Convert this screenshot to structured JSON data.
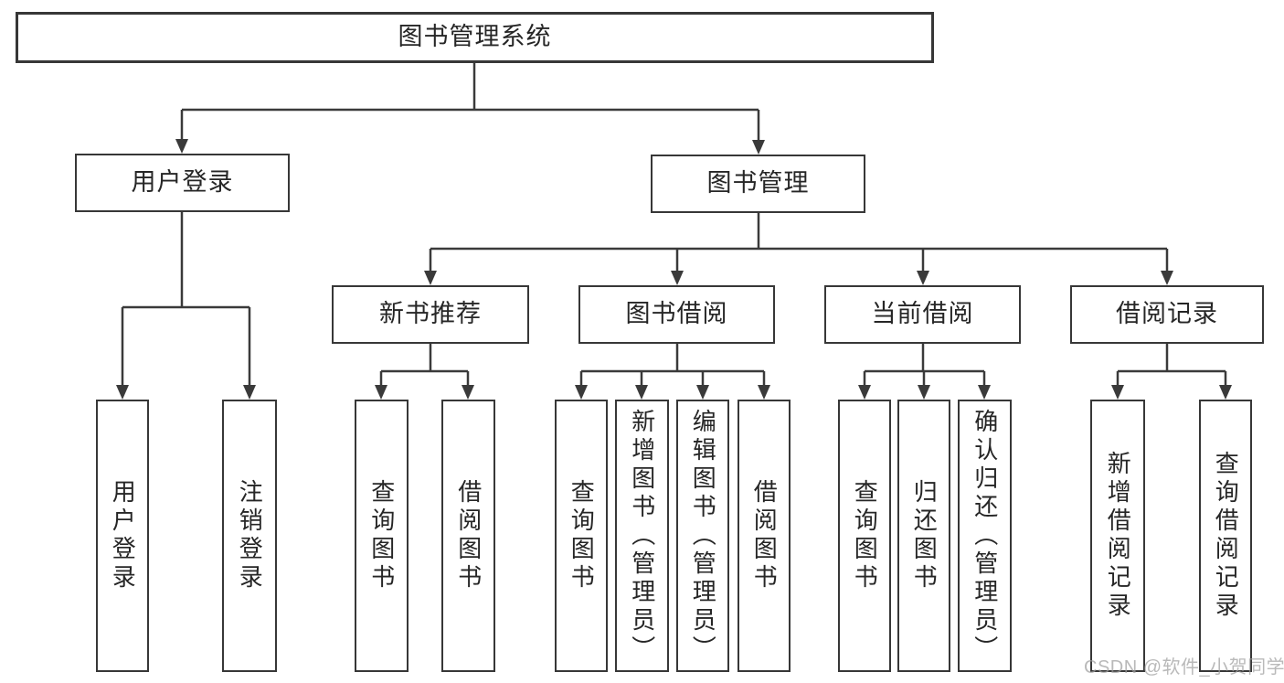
{
  "tree": {
    "label": "图书管理系统",
    "children": [
      {
        "label": "用户登录",
        "children": [
          {
            "label": "用户登录"
          },
          {
            "label": "注销登录"
          }
        ]
      },
      {
        "label": "图书管理",
        "children": [
          {
            "label": "新书推荐",
            "children": [
              {
                "label": "查询图书"
              },
              {
                "label": "借阅图书"
              }
            ]
          },
          {
            "label": "图书借阅",
            "children": [
              {
                "label": "查询图书"
              },
              {
                "label": "新增图书（管理员）"
              },
              {
                "label": "编辑图书（管理员）"
              },
              {
                "label": "借阅图书"
              }
            ]
          },
          {
            "label": "当前借阅",
            "children": [
              {
                "label": "查询图书"
              },
              {
                "label": "归还图书"
              },
              {
                "label": "确认归还（管理员）"
              }
            ]
          },
          {
            "label": "借阅记录",
            "children": [
              {
                "label": "新增借阅记录"
              },
              {
                "label": "查询借阅记录"
              }
            ]
          }
        ]
      }
    ]
  },
  "watermark": "CSDN @软件_小贺同学",
  "colors": {
    "line": "#3a3a3a",
    "border": "#373737",
    "text": "#262626",
    "watermark": "#9e9e9e",
    "background": "#ffffff"
  }
}
